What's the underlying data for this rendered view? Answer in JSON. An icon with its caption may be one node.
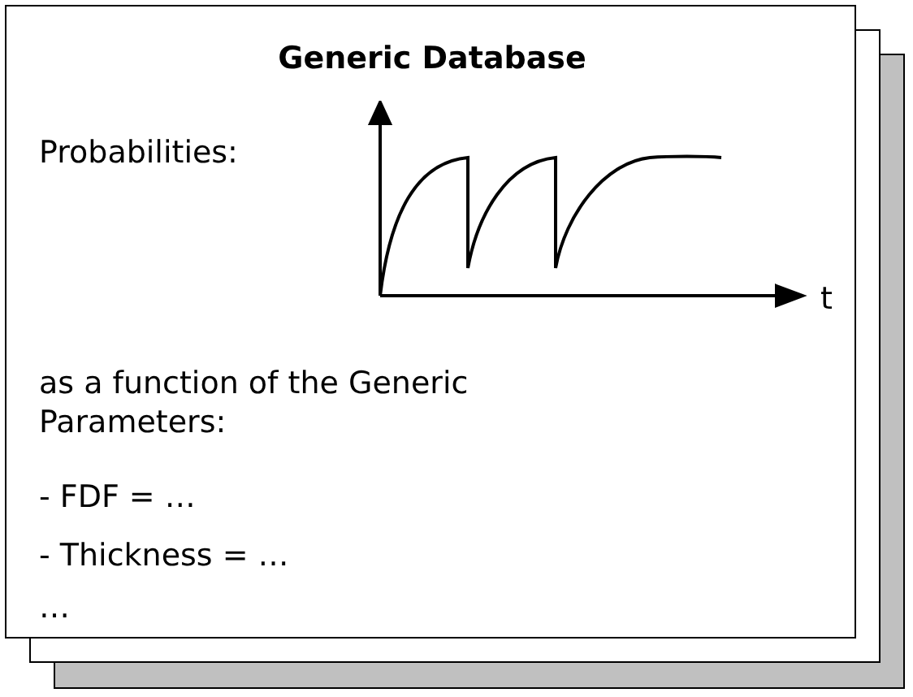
{
  "diagram": {
    "nodes": [
      {
        "text": [
          "Generic Database",
          "Probabilities:",
          "as a function of the Generic Parameters:",
          "- FDF = …",
          "- Thickness = …",
          "…"
        ]
      }
    ],
    "labels": [
      "t"
    ]
  }
}
